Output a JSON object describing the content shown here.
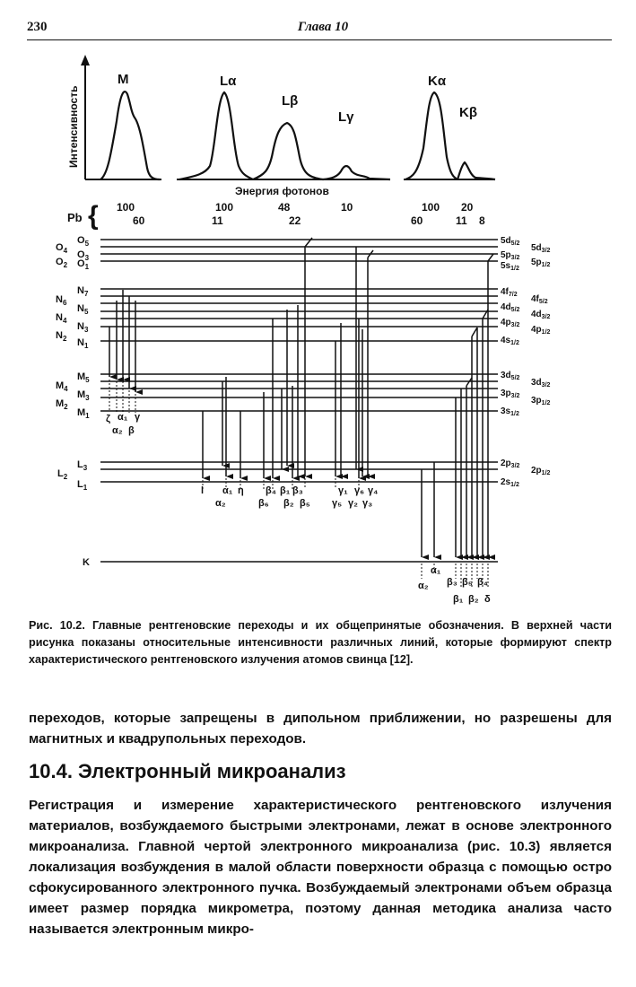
{
  "header": {
    "page_number": "230",
    "running_title": "Глава 10"
  },
  "figure": {
    "y_axis_label": "Интенсивность",
    "x_axis_label": "Энергия фотонов",
    "element": "Pb",
    "peaks": {
      "M": "M",
      "La": "Lα",
      "Lb": "Lβ",
      "Lg": "Lγ",
      "Ka": "Kα",
      "Kb": "Kβ"
    },
    "intensities_top": [
      "100",
      "100",
      "48",
      "10",
      "100",
      "20"
    ],
    "intensities_bottom": [
      "60",
      "11",
      "22",
      "60",
      "11",
      "8"
    ],
    "shells": {
      "K": "K"
    },
    "transitions": {
      "m_series": [
        "ζ",
        "α₁",
        "α₂",
        "β",
        "γ"
      ],
      "l_series_top": [
        "l",
        "α₁",
        "η",
        "β₄",
        "β₁",
        "β₃",
        "γ₁",
        "γ₆",
        "γ₄"
      ],
      "l_series_bottom": [
        "α₂",
        "β₆",
        "β₂",
        "β₅",
        "γ₅",
        "γ₂",
        "γ₃"
      ],
      "k_series_top": [
        "α₁",
        "β₃",
        "β₅",
        "β₄"
      ],
      "k_series_bottom": [
        "α₂",
        "β₁",
        "β₂",
        "δ"
      ]
    }
  },
  "caption": "Рис. 10.2. Главные рентгеновские переходы и их общепринятые обозначения. В верхней части рисунка показаны относительные интенсивности различных линий, которые формируют спектр характеристического рентгеновского излучения атомов свинца [12].",
  "body": {
    "continuation": "переходов, которые запрещены в дипольном приближении, но разрешены для магнитных и квадрупольных переходов.",
    "section_heading": "10.4. Электронный микроанализ",
    "paragraph": "Регистрация и измерение характеристического рентгеновского излучения материалов, возбуждаемого быстрыми электронами, лежат в основе электронного микроанализа. Главной чертой электронного микроанализа (рис. 10.3) является локализация возбуждения в малой области поверхности образца с помощью остро сфокусированного электронного пучка. Возбуждаемый электронами объем образца имеет размер порядка микрометра, поэтому данная методика анализа часто называется электронным микро-"
  }
}
